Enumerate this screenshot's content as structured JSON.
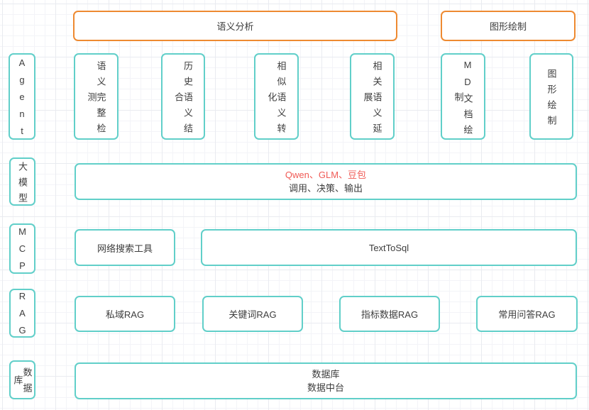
{
  "colors": {
    "node_border": "#61cfc9",
    "header_border": "#ee8a31",
    "highlight_text": "#f05a55",
    "text": "#3d3d3d"
  },
  "headers": [
    {
      "label": "语义分析"
    },
    {
      "label": "图形绘制"
    }
  ],
  "layers": [
    {
      "label": "Agent"
    },
    {
      "label": "大模型"
    },
    {
      "label": "MCP"
    },
    {
      "label": "RAG"
    },
    {
      "label": "数据库"
    }
  ],
  "agent_nodes": [
    {
      "label": "语义完整检测"
    },
    {
      "label": "历史语义结合"
    },
    {
      "label": "相似语义转化"
    },
    {
      "label": "相关语义延展"
    },
    {
      "label": "MD文档绘制"
    },
    {
      "label": "图形绘制"
    }
  ],
  "model_node": {
    "line1": "Qwen、GLM、豆包",
    "line2": "调用、决策、输出"
  },
  "mcp_nodes": [
    {
      "label": "网络搜索工具"
    },
    {
      "label": "TextToSql"
    }
  ],
  "rag_nodes": [
    {
      "label": "私域RAG"
    },
    {
      "label": "关键词RAG"
    },
    {
      "label": "指标数据RAG"
    },
    {
      "label": "常用问答RAG"
    }
  ],
  "db_node": {
    "line1": "数据库",
    "line2": "数据中台"
  }
}
